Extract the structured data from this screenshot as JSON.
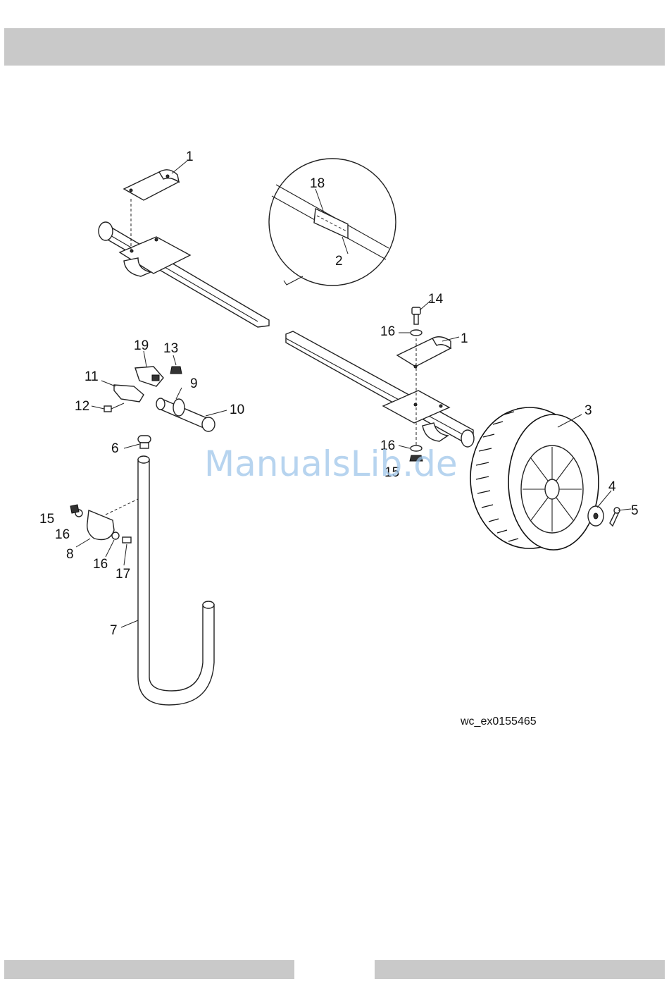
{
  "diagram": {
    "figure_code": "wc_ex0155465",
    "watermark": "ManualsLib.de",
    "callouts": {
      "c1a": "1",
      "c1b": "1",
      "c2": "2",
      "c3": "3",
      "c4": "4",
      "c5": "5",
      "c6": "6",
      "c7": "7",
      "c8": "8",
      "c9": "9",
      "c10": "10",
      "c11": "11",
      "c12": "12",
      "c13": "13",
      "c14": "14",
      "c15a": "15",
      "c15b": "15",
      "c16a": "16",
      "c16b": "16",
      "c16c": "16",
      "c16d": "16",
      "c17": "17",
      "c18": "18",
      "c19": "19"
    }
  }
}
